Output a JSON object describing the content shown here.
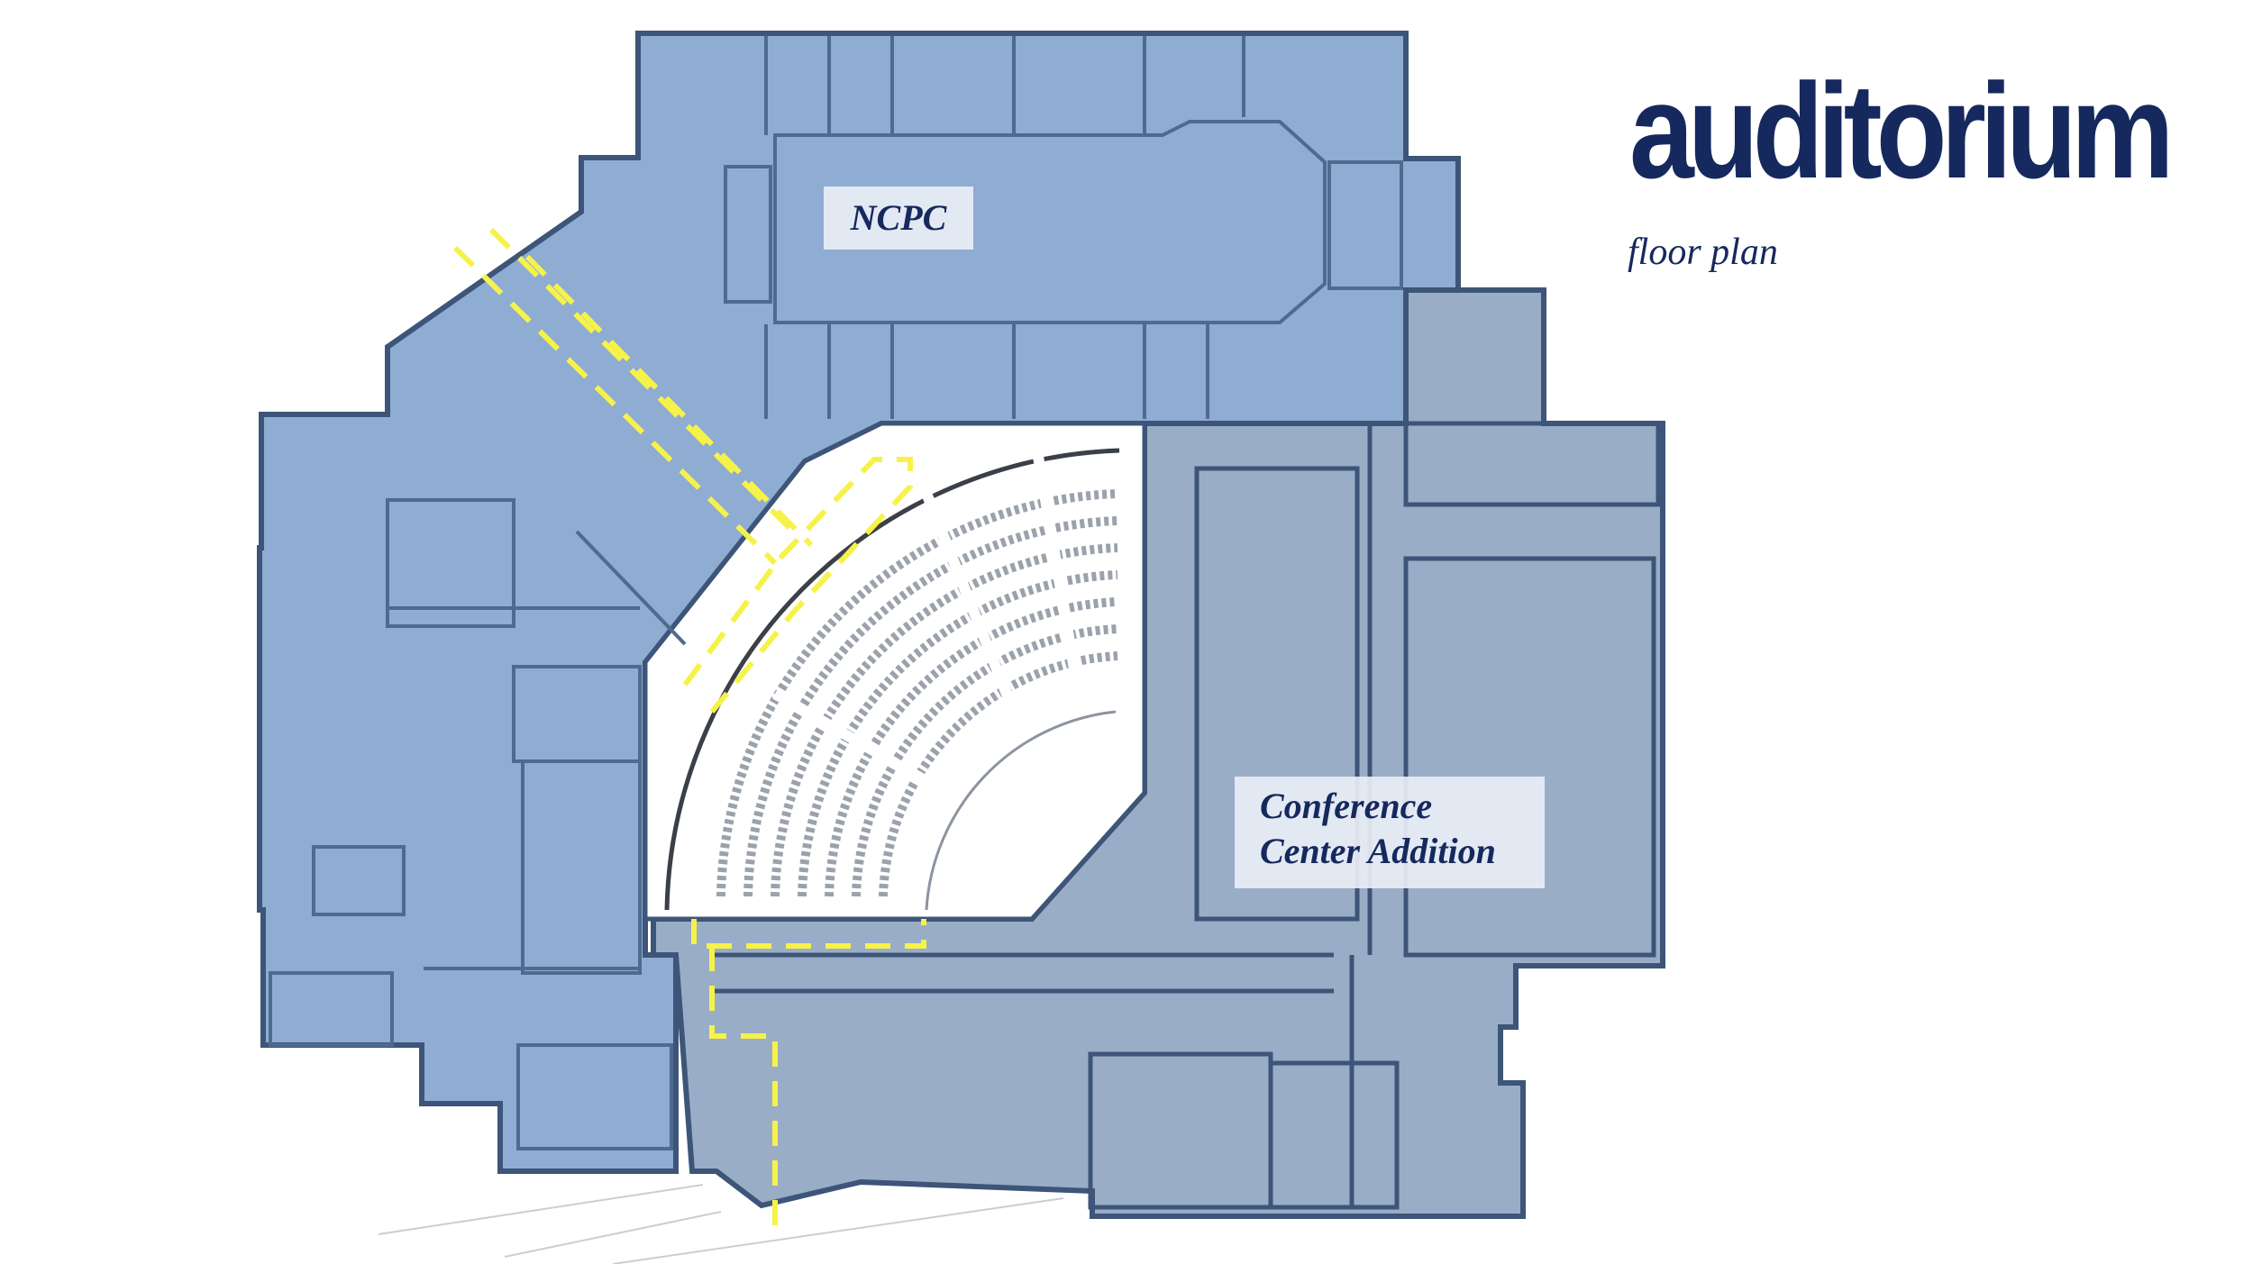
{
  "header": {
    "title": "auditorium",
    "subtitle": "floor plan"
  },
  "zones": {
    "ncpc": {
      "label": "NCPC",
      "color": "#8facd2"
    },
    "conference": {
      "label_line1": "Conference",
      "label_line2": "Center Addition",
      "color": "#9aadc7"
    },
    "auditorium": {
      "color": "#ffffff"
    }
  },
  "colors": {
    "title": "#16295e",
    "wall": "#3d5578",
    "route": "#f6f24a"
  }
}
